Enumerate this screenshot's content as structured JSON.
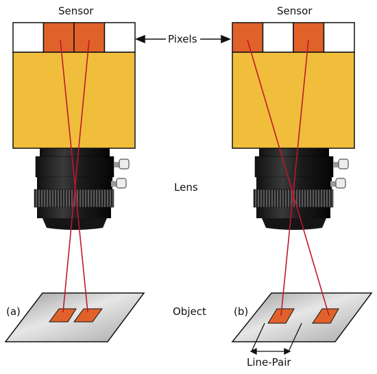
{
  "labels": {
    "sensor_left": "Sensor",
    "sensor_right": "Sensor",
    "pixels": "Pixels",
    "lens": "Lens",
    "object": "Object",
    "panel_a": "(a)",
    "panel_b": "(b)",
    "line_pair": "Line-Pair"
  },
  "panels": [
    {
      "id": "a",
      "pixels": [
        "white",
        "orange",
        "orange",
        "white"
      ]
    },
    {
      "id": "b",
      "pixels": [
        "orange",
        "white",
        "orange",
        "white"
      ]
    }
  ],
  "colors": {
    "camera_body": "#f0be3b",
    "pixel_on": "#e0622a",
    "pixel_off": "#ffffff",
    "ray": "#c0162e",
    "lens": "#1c1c1c",
    "plate": "#c4c4c4",
    "outline": "#111111"
  }
}
